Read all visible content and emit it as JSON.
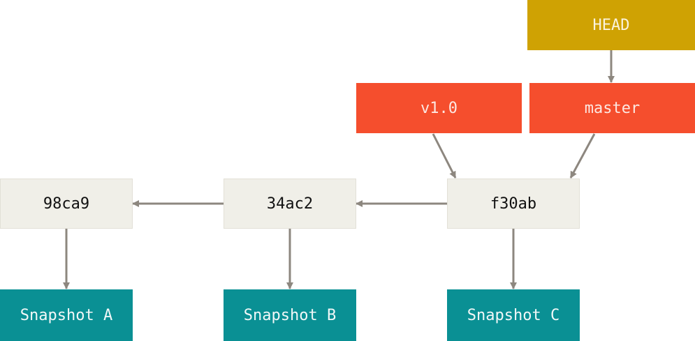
{
  "head": {
    "label": "HEAD"
  },
  "branches": {
    "tag": "v1.0",
    "master": "master"
  },
  "commits": [
    {
      "hash": "98ca9",
      "snapshot": "Snapshot A"
    },
    {
      "hash": "34ac2",
      "snapshot": "Snapshot B"
    },
    {
      "hash": "f30ab",
      "snapshot": "Snapshot C"
    }
  ],
  "colors": {
    "head": "#cfa203",
    "branch": "#f54e2d",
    "commit": "#f0efe8",
    "snapshot": "#0a9094",
    "arrow": "#8d877f"
  }
}
